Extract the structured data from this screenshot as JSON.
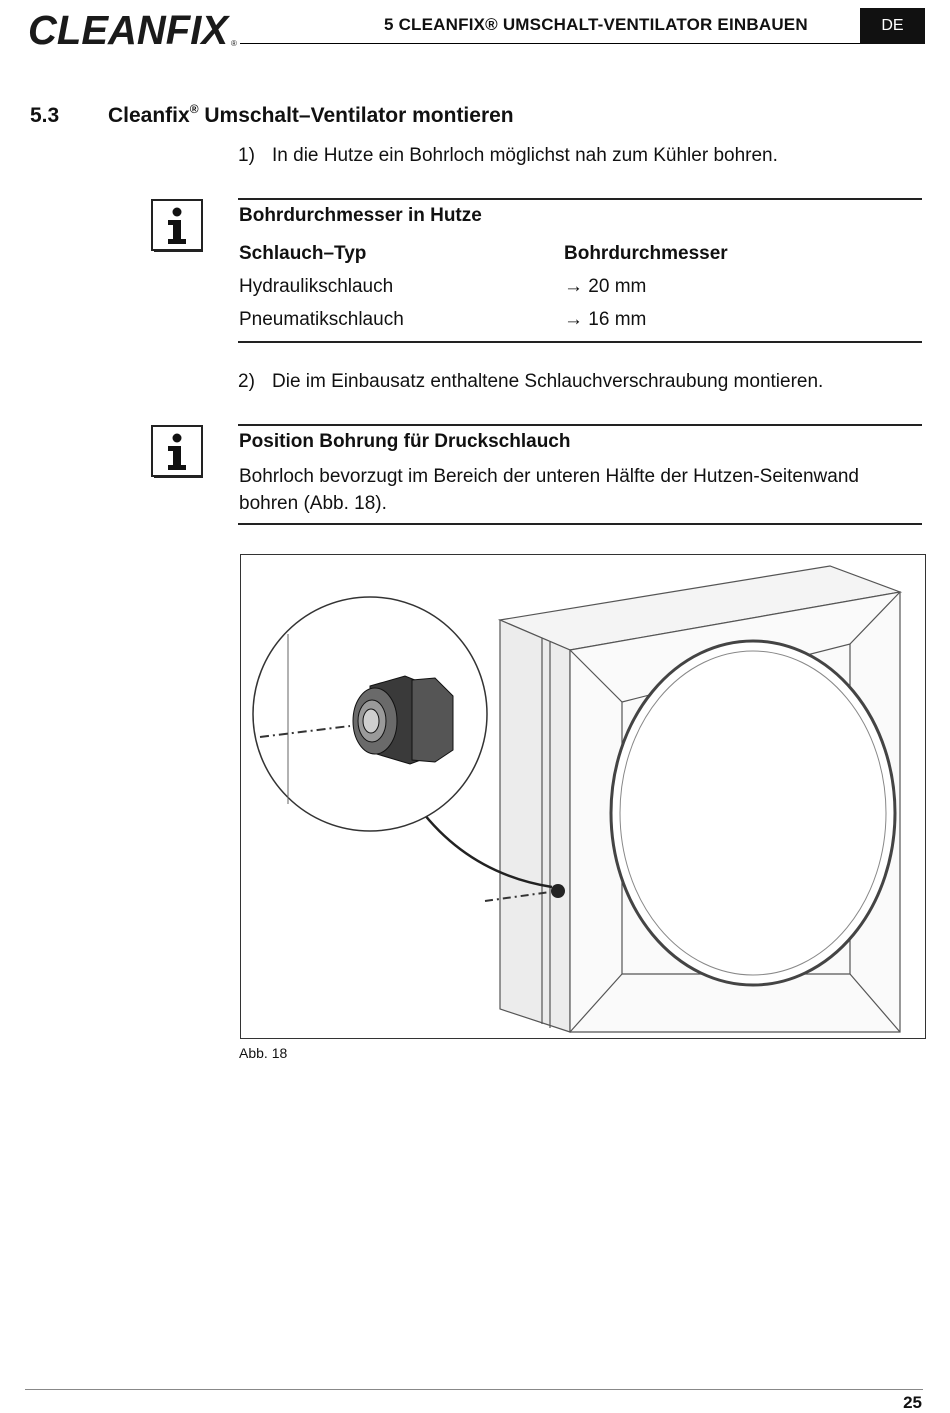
{
  "header": {
    "logo_text": "CLEANFIX",
    "chapter_title": "5  CLEANFIX® UMSCHALT-VENTILATOR EINBAUEN",
    "language_badge": "DE"
  },
  "section": {
    "number": "5.3",
    "title_main": "Cleanfix",
    "title_sup": "®",
    "title_rest": " Umschalt–Ventilator montieren"
  },
  "steps": [
    {
      "number": "1)",
      "text": "In die Hutze ein Bohrloch möglichst nah zum Kühler bohren."
    },
    {
      "number": "2)",
      "text": "Die im Einbausatz enthaltene Schlauchverschraubung montieren."
    }
  ],
  "note1": {
    "icon": "info-icon",
    "title": "Bohrdurchmesser in Hutze",
    "table": {
      "headers": [
        "Schlauch–Typ",
        "Bohrdurchmesser"
      ],
      "rows": [
        {
          "type": "Hydraulikschlauch",
          "arrow": "→",
          "diameter": "20 mm"
        },
        {
          "type": "Pneumatikschlauch",
          "arrow": "→",
          "diameter": "16 mm"
        }
      ]
    }
  },
  "note2": {
    "icon": "info-icon",
    "title": "Position Bohrung für Druckschlauch",
    "body": "Bohrloch bevorzugt im Bereich der unteren Hälfte der Hutzen-Seitenwand bohren (Abb. 18)."
  },
  "figure": {
    "caption": "Abb. 18"
  },
  "footer": {
    "page_number": "25"
  }
}
